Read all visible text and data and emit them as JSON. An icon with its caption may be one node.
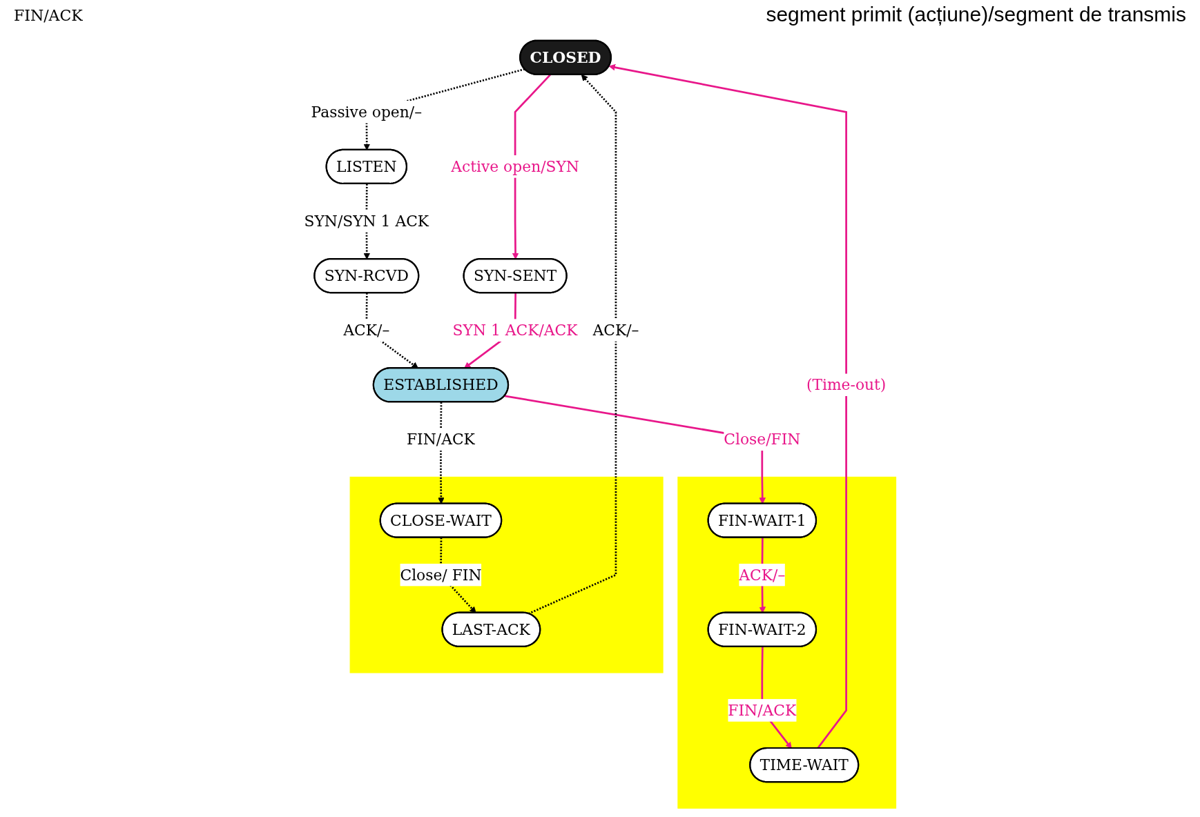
{
  "diagram": {
    "title": "segment primit (acțiune)/segment de transmis",
    "nodes": [
      {
        "text": [
          "CLOSED"
        ]
      },
      {
        "text": [
          "LISTEN"
        ]
      },
      {
        "text": [
          "SYN-SENT"
        ]
      },
      {
        "text": [
          "SYN-RCVD"
        ]
      },
      {
        "text": [
          "ESTABLISHED"
        ]
      },
      {
        "text": [],
        "shape": "box"
      },
      {
        "text": [
          "FIN-WAIT-1"
        ],
        "in": 5
      },
      {
        "text": [
          "FIN-WAIT-2"
        ],
        "in": 5
      },
      {
        "text": [
          "TIME-WAIT"
        ],
        "in": 5
      },
      {
        "text": [],
        "shape": "box"
      },
      {
        "text": [
          "CLOSE-WAIT"
        ],
        "in": 9
      },
      {
        "text": [
          "LAST-ACK"
        ],
        "in": 9
      }
    ],
    "edges": [
      {
        "from": 0,
        "to": 1,
        "arrow": "to",
        "label": "Passive open/–",
        "style": "dashed"
      },
      {
        "from": 0,
        "to": 2,
        "arrow": "to",
        "label": "Active open/SYN",
        "color": "#e8178a"
      },
      {
        "from": 1,
        "to": 3,
        "arrow": "to",
        "label": "SYN/SYN 1 ACK",
        "style": "dashed"
      },
      {
        "from": 3,
        "to": 4,
        "arrow": "to",
        "label": "ACK/–",
        "style": "dashed"
      },
      {
        "from": 2,
        "to": 4,
        "arrow": "to",
        "label": "SYN 1 ACK/ACK",
        "color": "#e8178a"
      },
      {
        "from": 4,
        "to": 6,
        "arrow": "to",
        "label": "Close/FIN",
        "color": "#e8178a"
      },
      {
        "from": 4,
        "to": 10,
        "arrow": "to",
        "label": "FIN/ACK",
        "style": "dashed"
      },
      {
        "from": 6,
        "to": 7,
        "arrow": "to",
        "label": "ACK/–",
        "color": "#e8178a"
      },
      {
        "from": 7,
        "to": 8,
        "arrow": "to",
        "label": "FIN/ACK",
        "color": "#e8178a"
      },
      {
        "from": 8,
        "to": 0,
        "arrow": "to",
        "label": "(Time-out)",
        "color": "#e8178a"
      },
      {
        "from": 10,
        "to": 11,
        "arrow": "to",
        "label": "Close/ FIN",
        "style": "dashed"
      },
      {
        "from": 11,
        "to": 0,
        "arrow": "to",
        "label": "ACK/–",
        "style": "dashed"
      }
    ],
    "labels": [
      "FIN/ACK"
    ]
  }
}
